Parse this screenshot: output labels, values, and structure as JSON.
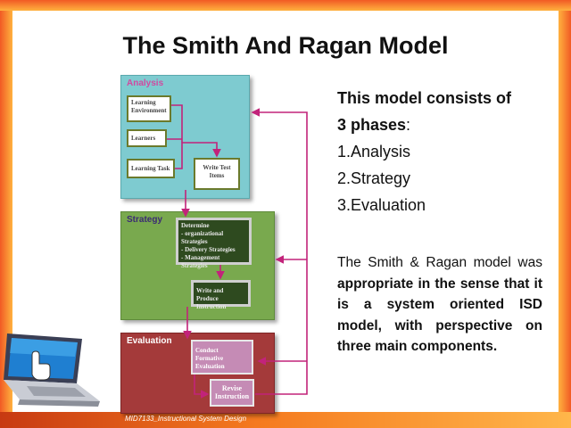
{
  "slide": {
    "title": "The Smith And Ragan Model",
    "footer": "MID7133_Instructional System Design"
  },
  "diagram": {
    "analysis": {
      "label": "Analysis",
      "boxes": {
        "learning_environment_1": "Learning",
        "learning_environment_2": "Environment",
        "learners": "Learners",
        "learning_task": "Learning Task",
        "write_test_1": "Write Test",
        "write_test_2": "Items"
      }
    },
    "strategy": {
      "label": "Strategy",
      "boxes": {
        "determine_1": "Determine",
        "determine_2": "- organizational Strategies",
        "determine_3": "- Delivery Strategies",
        "determine_4": "- Management Strategies",
        "write_produce_1": "Write and Produce",
        "write_produce_2": "Instruction"
      }
    },
    "evaluation": {
      "label": "Evaluation",
      "boxes": {
        "conduct_1": "Conduct",
        "conduct_2": "Formative Evaluation",
        "revise_1": "Revise",
        "revise_2": "Instruction"
      }
    },
    "colors": {
      "analysis": "#7ecbd0",
      "strategy": "#79a94e",
      "evaluation": "#a43a3a",
      "connector": "#c2237a"
    }
  },
  "text": {
    "intro_line1": "This model consists of",
    "intro_line2_bold": "3 phases",
    "intro_line2_rest": ":",
    "phases": [
      "1.Analysis",
      "2.Strategy",
      "3.Evaluation"
    ],
    "desc_part1": "The Smith & Ragan model was ",
    "desc_part2_bold": "appropriate in the sense that it is a system oriented ISD model, with perspective on three main components."
  },
  "icons": {
    "laptop": "laptop-hand-cursor-icon"
  }
}
